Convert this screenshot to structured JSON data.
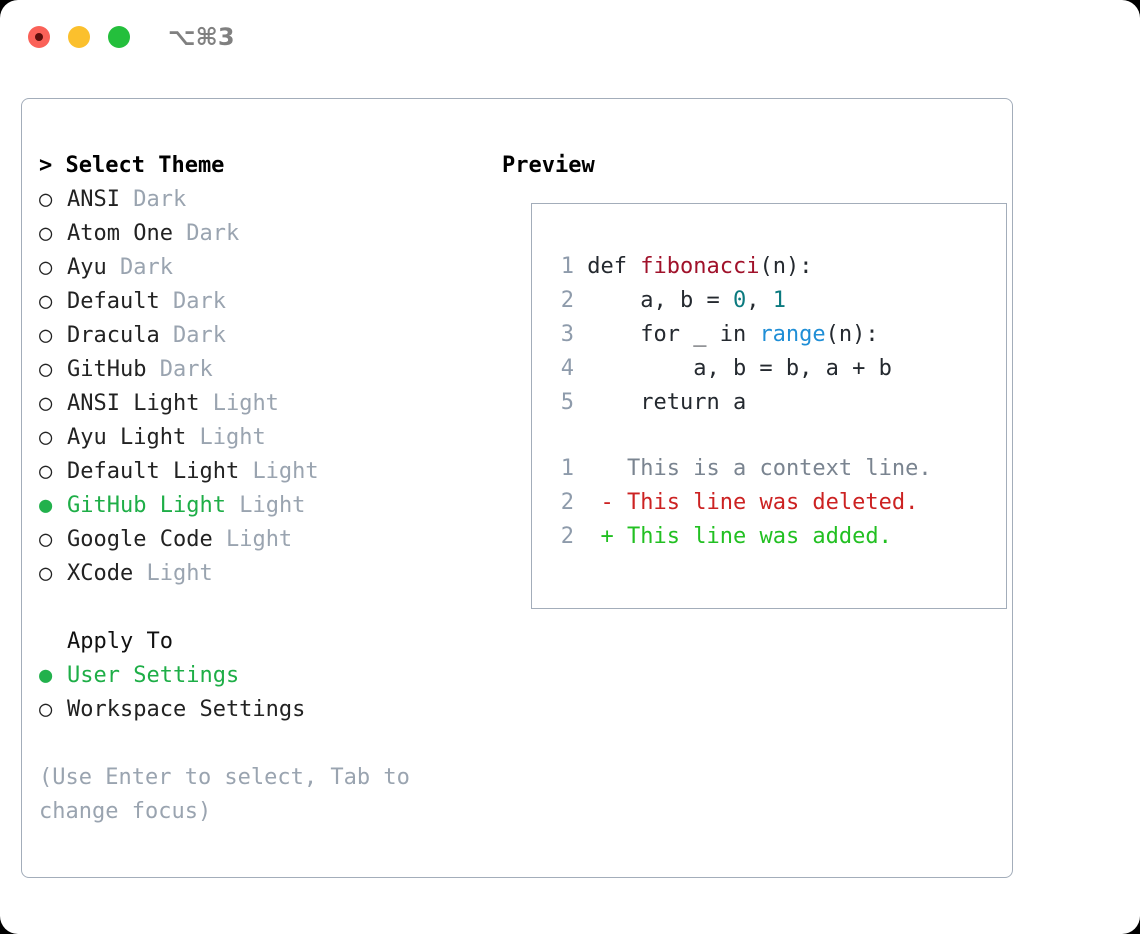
{
  "window": {
    "shortcut_label": "⌥⌘3",
    "traffic_lights": [
      {
        "name": "close",
        "color": "#fa6158"
      },
      {
        "name": "minimize",
        "color": "#fbc02d"
      },
      {
        "name": "zoom",
        "color": "#24bf3c"
      }
    ]
  },
  "theme_panel": {
    "title": "> Select Theme",
    "themes": [
      {
        "bullet": "○",
        "name": "ANSI",
        "category": "Dark",
        "selected": false
      },
      {
        "bullet": "○",
        "name": "Atom One",
        "category": "Dark",
        "selected": false
      },
      {
        "bullet": "○",
        "name": "Ayu",
        "category": "Dark",
        "selected": false
      },
      {
        "bullet": "○",
        "name": "Default",
        "category": "Dark",
        "selected": false
      },
      {
        "bullet": "○",
        "name": "Dracula",
        "category": "Dark",
        "selected": false
      },
      {
        "bullet": "○",
        "name": "GitHub",
        "category": "Dark",
        "selected": false
      },
      {
        "bullet": "○",
        "name": "ANSI Light",
        "category": "Light",
        "selected": false
      },
      {
        "bullet": "○",
        "name": "Ayu Light",
        "category": "Light",
        "selected": false
      },
      {
        "bullet": "○",
        "name": "Default Light",
        "category": "Light",
        "selected": false
      },
      {
        "bullet": "●",
        "name": "GitHub Light",
        "category": "Light",
        "selected": true
      },
      {
        "bullet": "○",
        "name": "Google Code",
        "category": "Light",
        "selected": false
      },
      {
        "bullet": "○",
        "name": "XCode",
        "category": "Light",
        "selected": false
      }
    ],
    "apply_to": {
      "header": "Apply To",
      "options": [
        {
          "bullet": "●",
          "label": "User Settings",
          "selected": true
        },
        {
          "bullet": "○",
          "label": "Workspace Settings",
          "selected": false
        }
      ]
    },
    "hint": "(Use Enter to select, Tab to change focus)"
  },
  "preview": {
    "title": "Preview",
    "code_lines": [
      {
        "num": "1",
        "segments": [
          {
            "text": "def ",
            "kind": "plain"
          },
          {
            "text": "fibonacci",
            "kind": "fn"
          },
          {
            "text": "(n):",
            "kind": "plain"
          }
        ]
      },
      {
        "num": "2",
        "segments": [
          {
            "text": "    a, b = ",
            "kind": "plain"
          },
          {
            "text": "0",
            "kind": "num"
          },
          {
            "text": ", ",
            "kind": "plain"
          },
          {
            "text": "1",
            "kind": "num"
          }
        ]
      },
      {
        "num": "3",
        "segments": [
          {
            "text": "    for _ in ",
            "kind": "plain"
          },
          {
            "text": "range",
            "kind": "kwfn"
          },
          {
            "text": "(n):",
            "kind": "plain"
          }
        ]
      },
      {
        "num": "4",
        "segments": [
          {
            "text": "        a, b = b, a + b",
            "kind": "plain"
          }
        ]
      },
      {
        "num": "5",
        "segments": [
          {
            "text": "    return a",
            "kind": "plain"
          }
        ]
      }
    ],
    "diff_lines": [
      {
        "num": "1",
        "mark": "  ",
        "text": "This is a context line.",
        "kind": "ctx"
      },
      {
        "num": "2",
        "mark": "- ",
        "text": "This line was deleted.",
        "kind": "del"
      },
      {
        "num": "2",
        "mark": "+ ",
        "text": "This line was added.",
        "kind": "add"
      }
    ]
  },
  "colors": {
    "accent_green": "#22b14c",
    "muted": "#9aa4b0",
    "border": "#a3adba",
    "code_fn": "#a0112a",
    "code_num": "#0b7a7f",
    "code_builtin": "#1f8ed6",
    "diff_delete": "#cc2222",
    "diff_add": "#22c022"
  }
}
